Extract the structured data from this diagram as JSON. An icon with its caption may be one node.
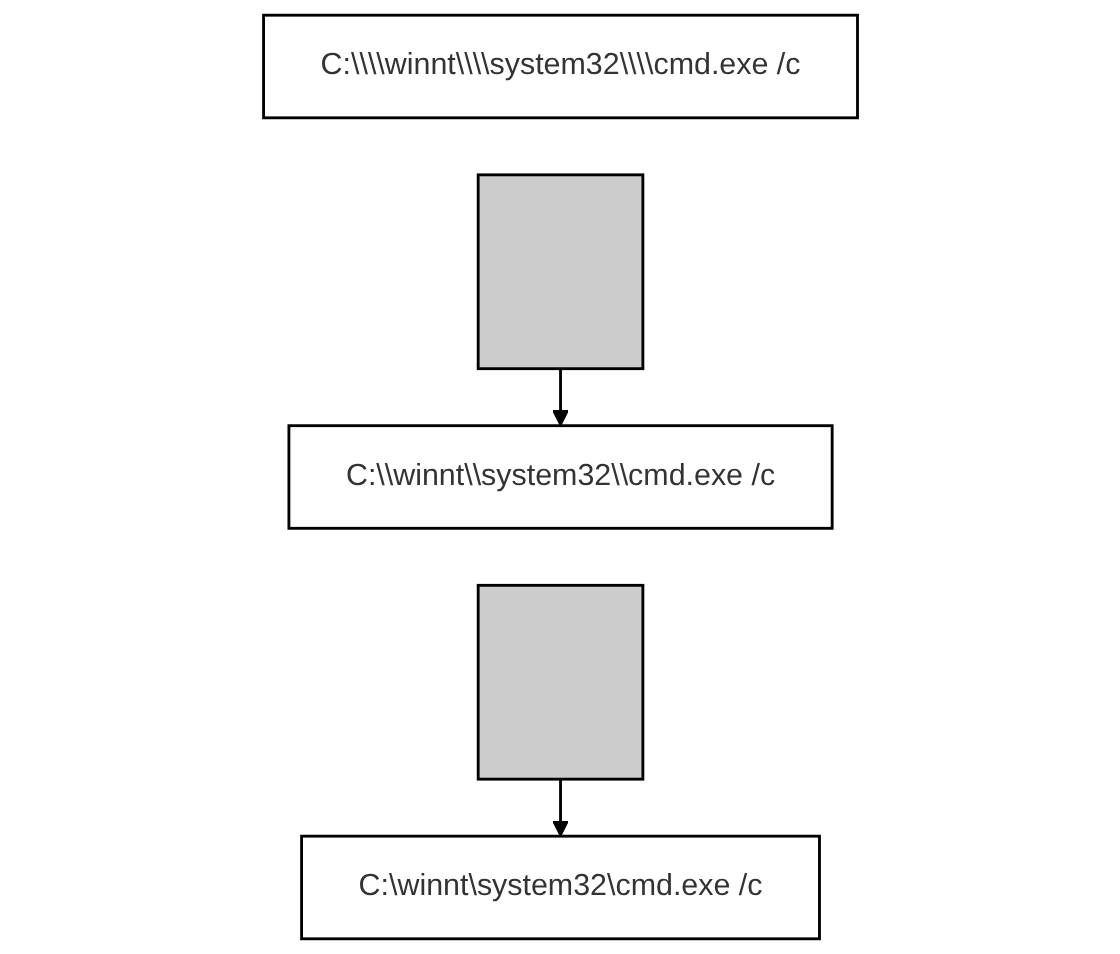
{
  "diagram": {
    "nodes": [
      {
        "text": [
          "C:\\\\\\\\winnt\\\\\\\\system32\\\\\\\\cmd.exe /c"
        ]
      },
      {
        "text": [],
        "shape": "box"
      },
      {
        "text": [
          "C:\\\\winnt\\\\system32\\\\cmd.exe /c"
        ]
      },
      {
        "text": [],
        "shape": "box"
      },
      {
        "text": [
          "C:\\winnt\\system32\\cmd.exe /c"
        ]
      }
    ],
    "edges": [
      {
        "from": 1,
        "to": 2,
        "arrow": "to"
      },
      {
        "from": 3,
        "to": 4,
        "arrow": "to"
      }
    ]
  }
}
